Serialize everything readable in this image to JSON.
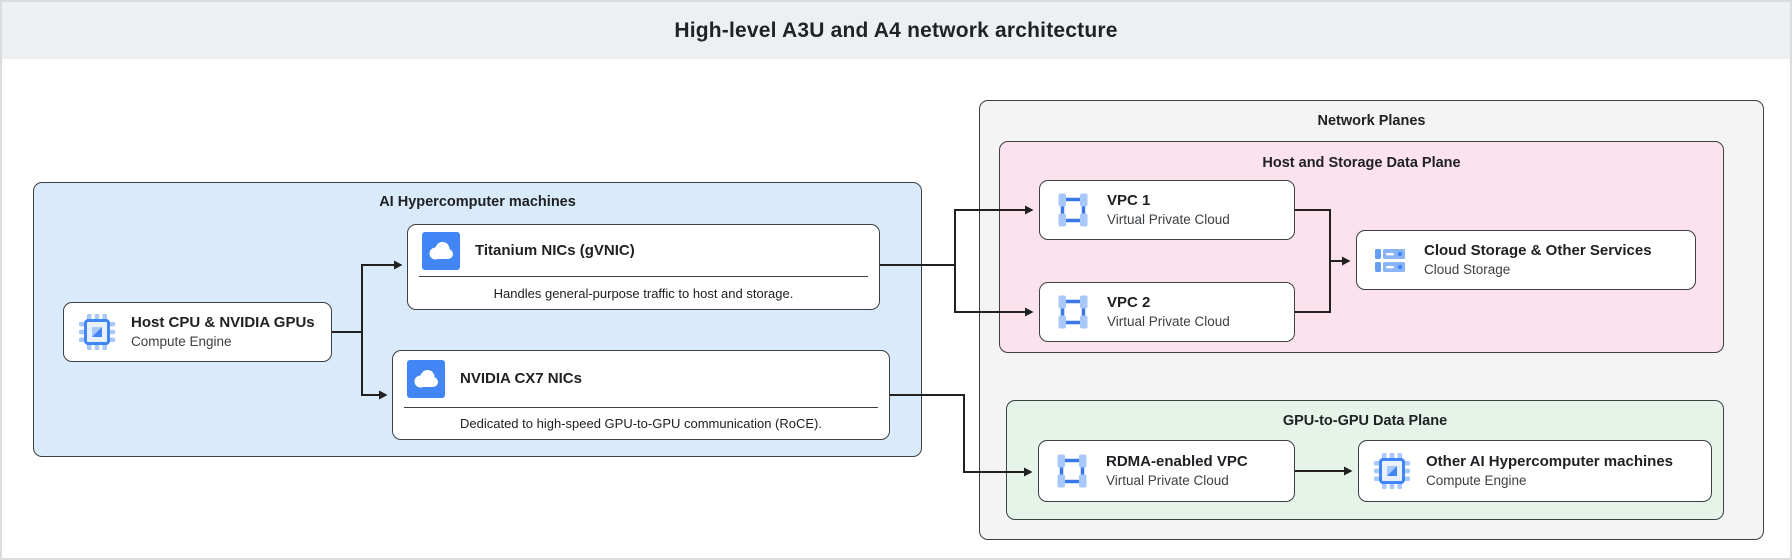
{
  "page": {
    "title": "High-level A3U and A4 network architecture"
  },
  "containers": {
    "machines": {
      "label": "AI Hypercomputer machines"
    },
    "network_planes": {
      "label": "Network Planes"
    },
    "host_storage_plane": {
      "label": "Host and Storage Data Plane"
    },
    "gpu_plane": {
      "label": "GPU-to-GPU Data Plane"
    }
  },
  "nodes": {
    "host_cpu": {
      "title": "Host CPU & NVIDIA GPUs",
      "subtitle": "Compute Engine",
      "icon": "compute-engine-chip-icon"
    },
    "titanium_nic": {
      "title": "Titanium NICs (gVNIC)",
      "caption": "Handles general-purpose traffic to host and storage.",
      "icon": "cloud-nic-icon"
    },
    "cx7_nic": {
      "title": "NVIDIA CX7 NICs",
      "caption": "Dedicated to high-speed GPU-to-GPU communication (RoCE).",
      "icon": "cloud-nic-icon"
    },
    "vpc1": {
      "title": "VPC 1",
      "subtitle": "Virtual Private Cloud",
      "icon": "vpc-icon"
    },
    "vpc2": {
      "title": "VPC 2",
      "subtitle": "Virtual Private Cloud",
      "icon": "vpc-icon"
    },
    "cloud_storage": {
      "title": "Cloud Storage & Other Services",
      "subtitle": "Cloud Storage",
      "icon": "cloud-storage-icon"
    },
    "rdma_vpc": {
      "title": "RDMA-enabled VPC",
      "subtitle": "Virtual Private Cloud",
      "icon": "vpc-icon"
    },
    "other_machines": {
      "title": "Other AI Hypercomputer machines",
      "subtitle": "Compute Engine",
      "icon": "compute-engine-chip-icon"
    }
  },
  "colors": {
    "header_band": "#ecf0f1",
    "machines_fill": "#d9eafb",
    "network_planes_fill": "#f4f4f5",
    "host_storage_fill": "#fbe2ec",
    "gpu_plane_fill": "#e5f3e9",
    "border_dark": "#3c4043",
    "connector": "#212121",
    "icon_blue": "#4285f4",
    "icon_blue_light": "#a8c7fa"
  }
}
